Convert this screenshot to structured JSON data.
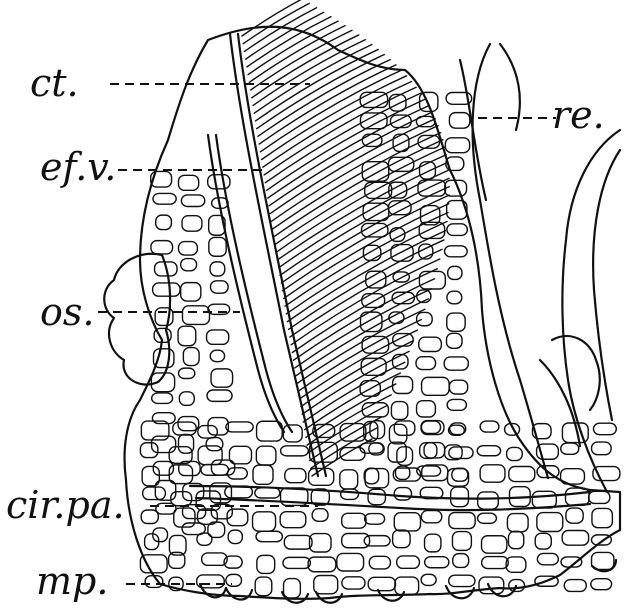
{
  "labels": {
    "ct": "ct.",
    "efv": "ef.v.",
    "os": "os.",
    "re": "re.",
    "cirpa": "cir.pa.",
    "mp": "mp."
  },
  "colors": {
    "ink": "#111111",
    "paper": "#ffffff"
  }
}
